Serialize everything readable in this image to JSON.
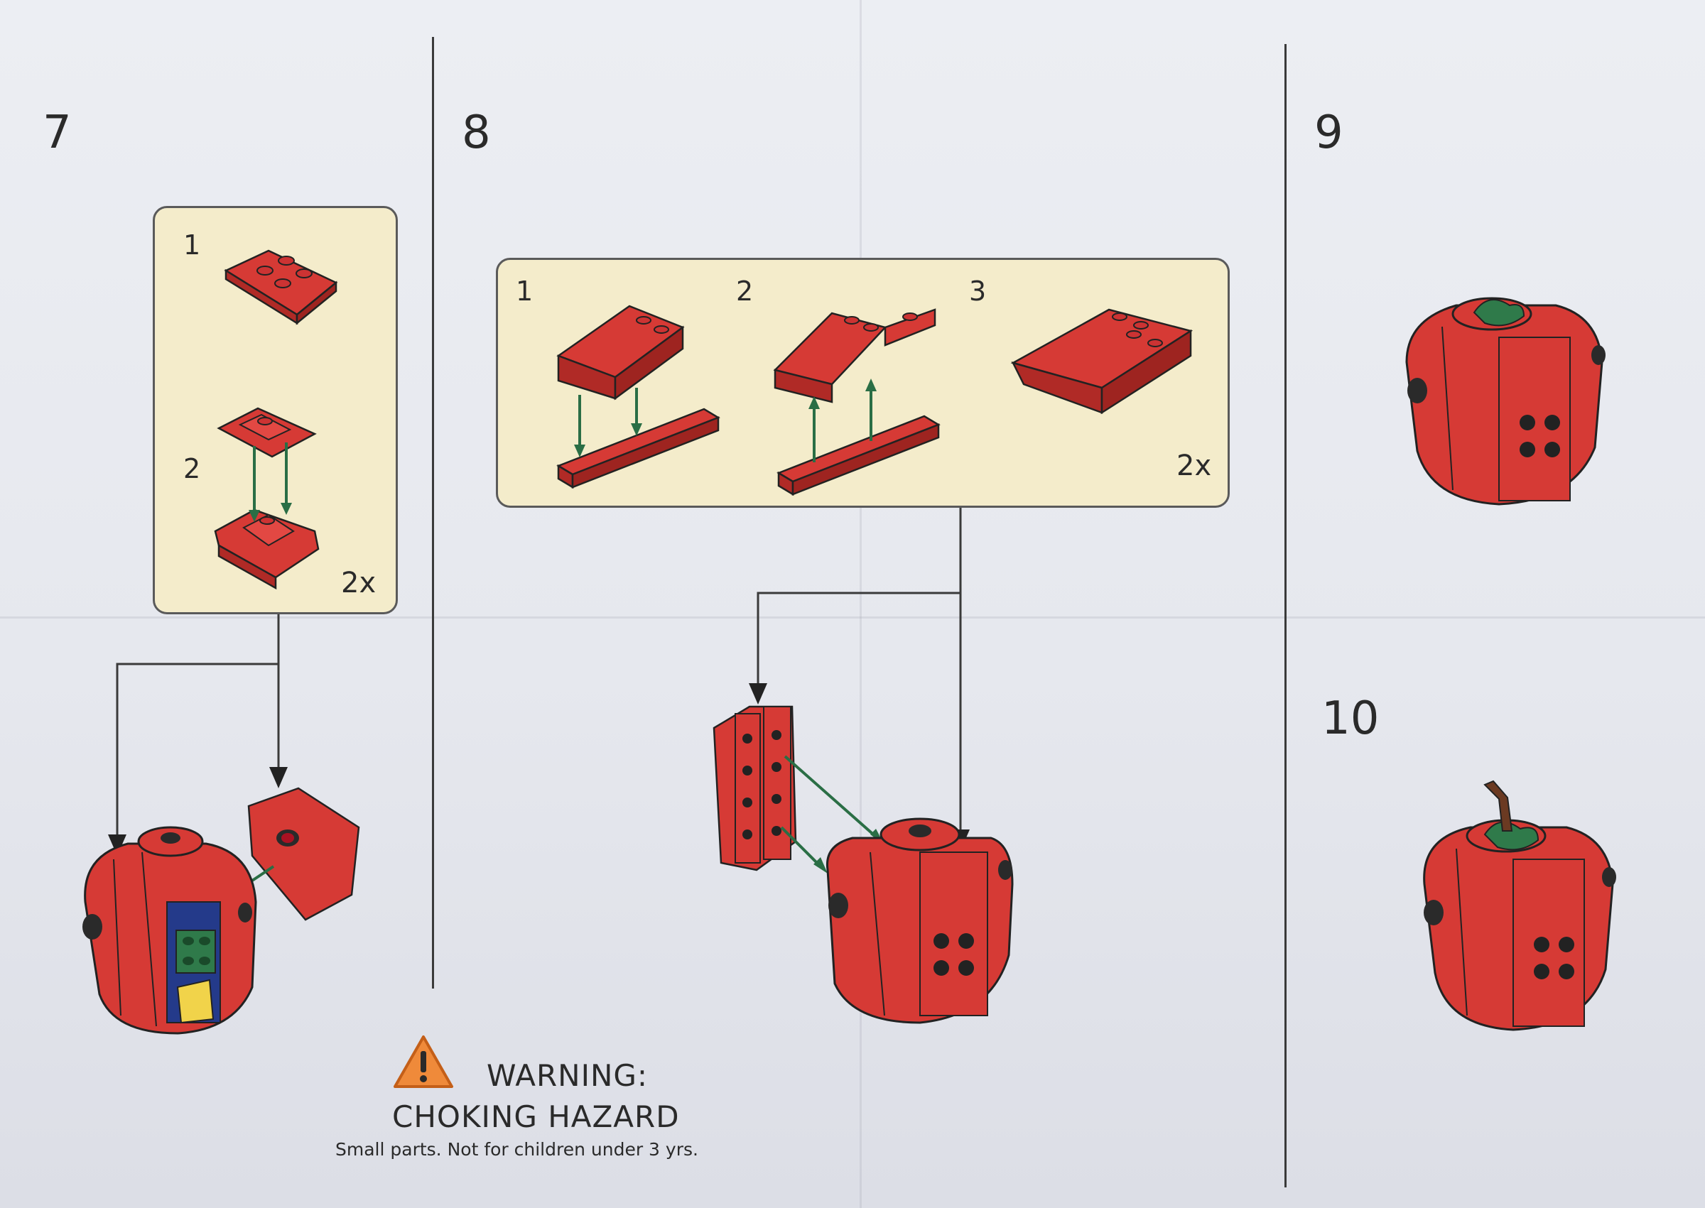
{
  "steps": {
    "step7": {
      "number": "7",
      "callout": {
        "sub1": "1",
        "sub2": "2",
        "multiplier": "2x"
      }
    },
    "step8": {
      "number": "8",
      "callout": {
        "sub1": "1",
        "sub2": "2",
        "sub3": "3",
        "multiplier": "2x"
      }
    },
    "step9": {
      "number": "9"
    },
    "step10": {
      "number": "10"
    }
  },
  "warning": {
    "line1": "WARNING:",
    "line2": "CHOKING HAZARD",
    "line3": "Small parts. Not for children under 3 yrs."
  },
  "colors": {
    "brick_red": "#d63a35",
    "callout_bg": "#f4eccb",
    "arrow_green": "#2a6e45",
    "leaf_green": "#2f7a4a",
    "stem_brown": "#6b3a22",
    "warning_orange": "#ef8a3a"
  }
}
